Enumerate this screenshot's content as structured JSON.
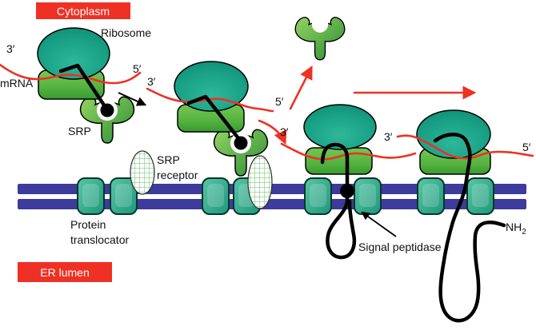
{
  "diagram": {
    "compartments": {
      "top": "Cytoplasm",
      "bottom": "ER lumen"
    },
    "labels": {
      "ribosome": "Ribosome",
      "mrna": "mRNA",
      "srp": "SRP",
      "srp_receptor_line1": "SRP",
      "srp_receptor_line2": "receptor",
      "protein_translocator_line1": "Protein",
      "protein_translocator_line2": "translocator",
      "signal_peptidase": "Signal peptidase",
      "nh2_base": "NH",
      "nh2_subscript": "2",
      "three_prime": "3′",
      "five_prime": "5′"
    },
    "colors": {
      "membrane_blue": "#3d3b9b",
      "ribosome_large_teal": "#17a287",
      "ribosome_small_green": "#5cb847",
      "translocator_teal": "#2ba487",
      "srp_green": "#55b13e",
      "mrna_red": "#ee3124",
      "label_box_red": "#ee3124",
      "chain_black": "#000000"
    }
  }
}
